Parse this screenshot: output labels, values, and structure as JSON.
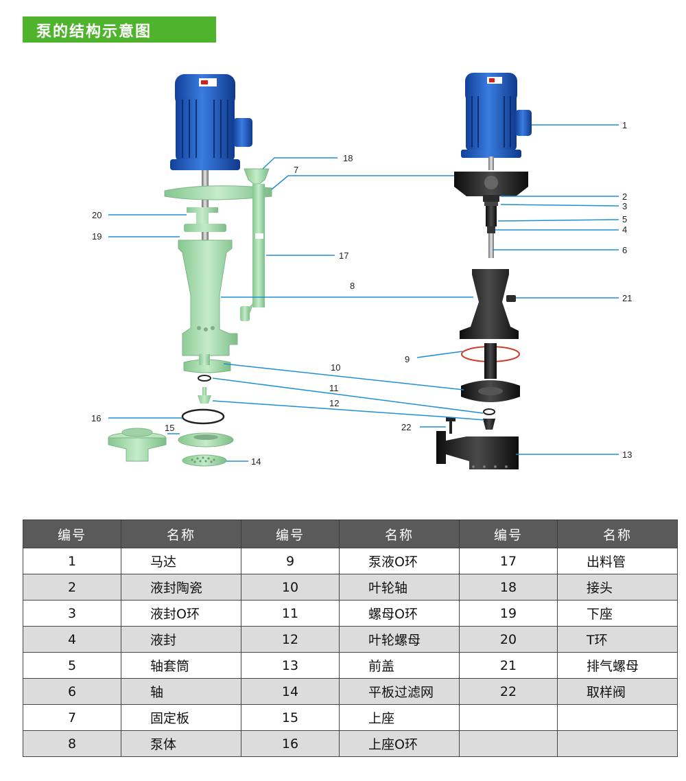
{
  "title": "泵的结构示意图",
  "callouts": [
    "1",
    "2",
    "3",
    "4",
    "5",
    "6",
    "7",
    "8",
    "9",
    "10",
    "11",
    "12",
    "13",
    "14",
    "15",
    "16",
    "17",
    "18",
    "19",
    "20",
    "21",
    "22"
  ],
  "table": {
    "headers": [
      "编号",
      "名称",
      "编号",
      "名称",
      "编号",
      "名称"
    ],
    "rows": [
      [
        "1",
        "马达",
        "9",
        "泵液O环",
        "17",
        "出料管"
      ],
      [
        "2",
        "液封陶瓷",
        "10",
        "叶轮轴",
        "18",
        "接头"
      ],
      [
        "3",
        "液封O环",
        "11",
        "螺母O环",
        "19",
        "下座"
      ],
      [
        "4",
        "液封",
        "12",
        "叶轮螺母",
        "20",
        "T环"
      ],
      [
        "5",
        "轴套筒",
        "13",
        "前盖",
        "21",
        "排气螺母"
      ],
      [
        "6",
        "轴",
        "14",
        "平板过滤网",
        "22",
        "取样阀"
      ],
      [
        "7",
        "固定板",
        "15",
        "上座",
        "",
        ""
      ],
      [
        "8",
        "泵体",
        "16",
        "上座O环",
        "",
        ""
      ]
    ]
  },
  "colors": {
    "title_bg": "#4fb32e",
    "leader_line": "#1e8fd6",
    "motor_blue": "#1f5fc4",
    "pump_green": "#a8deb0",
    "pump_black": "#1f1f1f",
    "header_bg": "#5a5a5a",
    "row_alt_bg": "#dcdcdc"
  }
}
